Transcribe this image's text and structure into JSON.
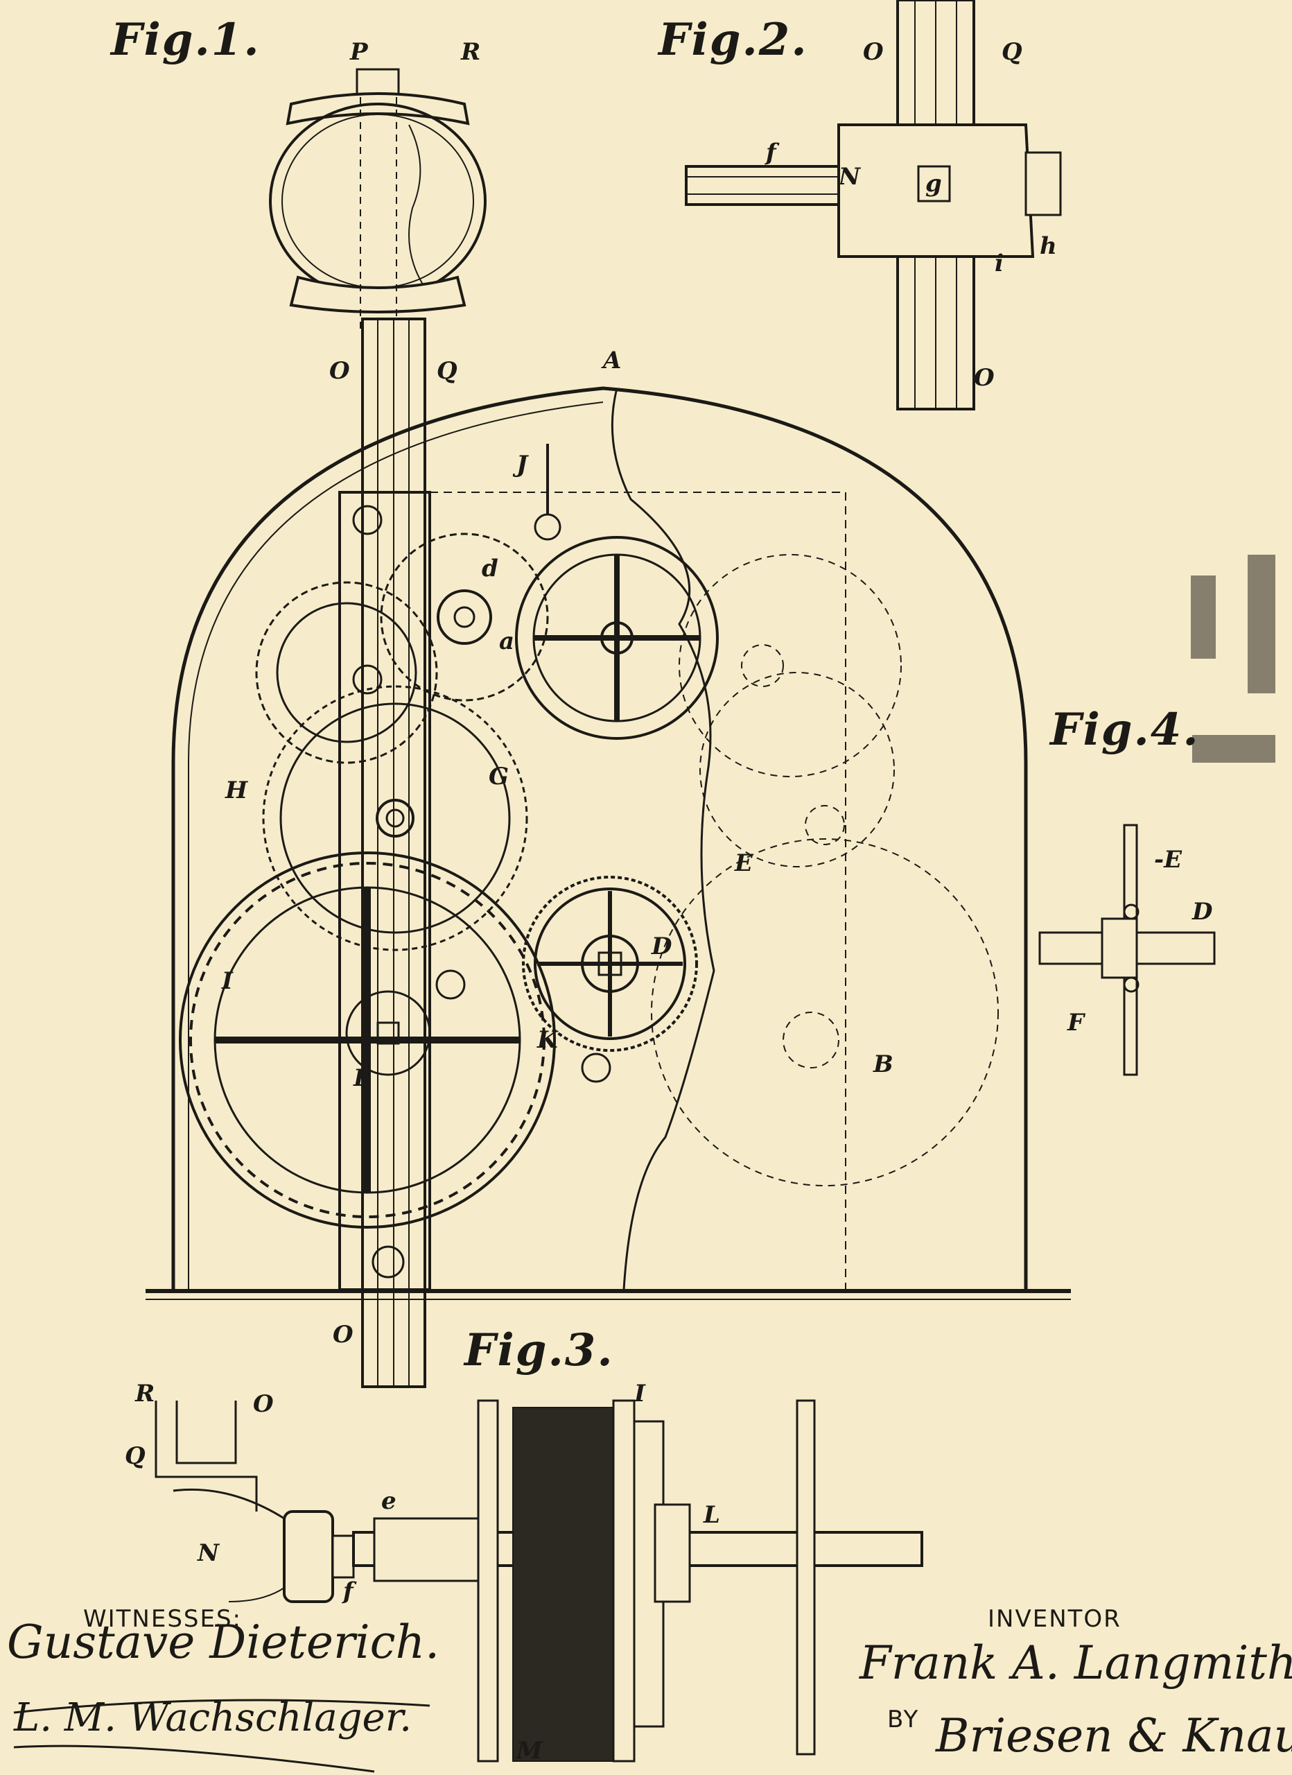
{
  "figures": {
    "fig1": "Fig.1.",
    "fig2": "Fig.2.",
    "fig3": "Fig.3.",
    "fig4": "Fig.4."
  },
  "refs": {
    "fig1": {
      "P": "P",
      "R": "R",
      "O_top": "O",
      "Q": "Q",
      "A": "A",
      "J": "J",
      "d": "d",
      "a": "a",
      "H": "H",
      "G": "G",
      "E": "E",
      "I": "I",
      "D": "D",
      "L": "L",
      "K": "K",
      "B": "B",
      "O_bottom": "O"
    },
    "fig2": {
      "O_top": "O",
      "Q": "Q",
      "f": "f",
      "N": "N",
      "g": "g",
      "h": "h",
      "i": "i",
      "O_bottom": "O"
    },
    "fig3": {
      "R": "R",
      "O": "O",
      "Q": "Q",
      "I": "I",
      "e": "e",
      "L": "L",
      "N": "N",
      "f": "f",
      "M": "M"
    },
    "fig4": {
      "E": "-E",
      "D": "D",
      "F": "F"
    }
  },
  "witnesses": {
    "heading": "WITNESSES:",
    "names": [
      "Gustave Dieterich.",
      "L. M. Wachschlager."
    ]
  },
  "inventor": {
    "heading": "INVENTOR",
    "name": "Frank A. Langmith,",
    "by": "BY",
    "attorneys": "Briesen & Knauth"
  },
  "colors": {
    "paper": "#f6eccb",
    "ink": "#1c1a16"
  }
}
